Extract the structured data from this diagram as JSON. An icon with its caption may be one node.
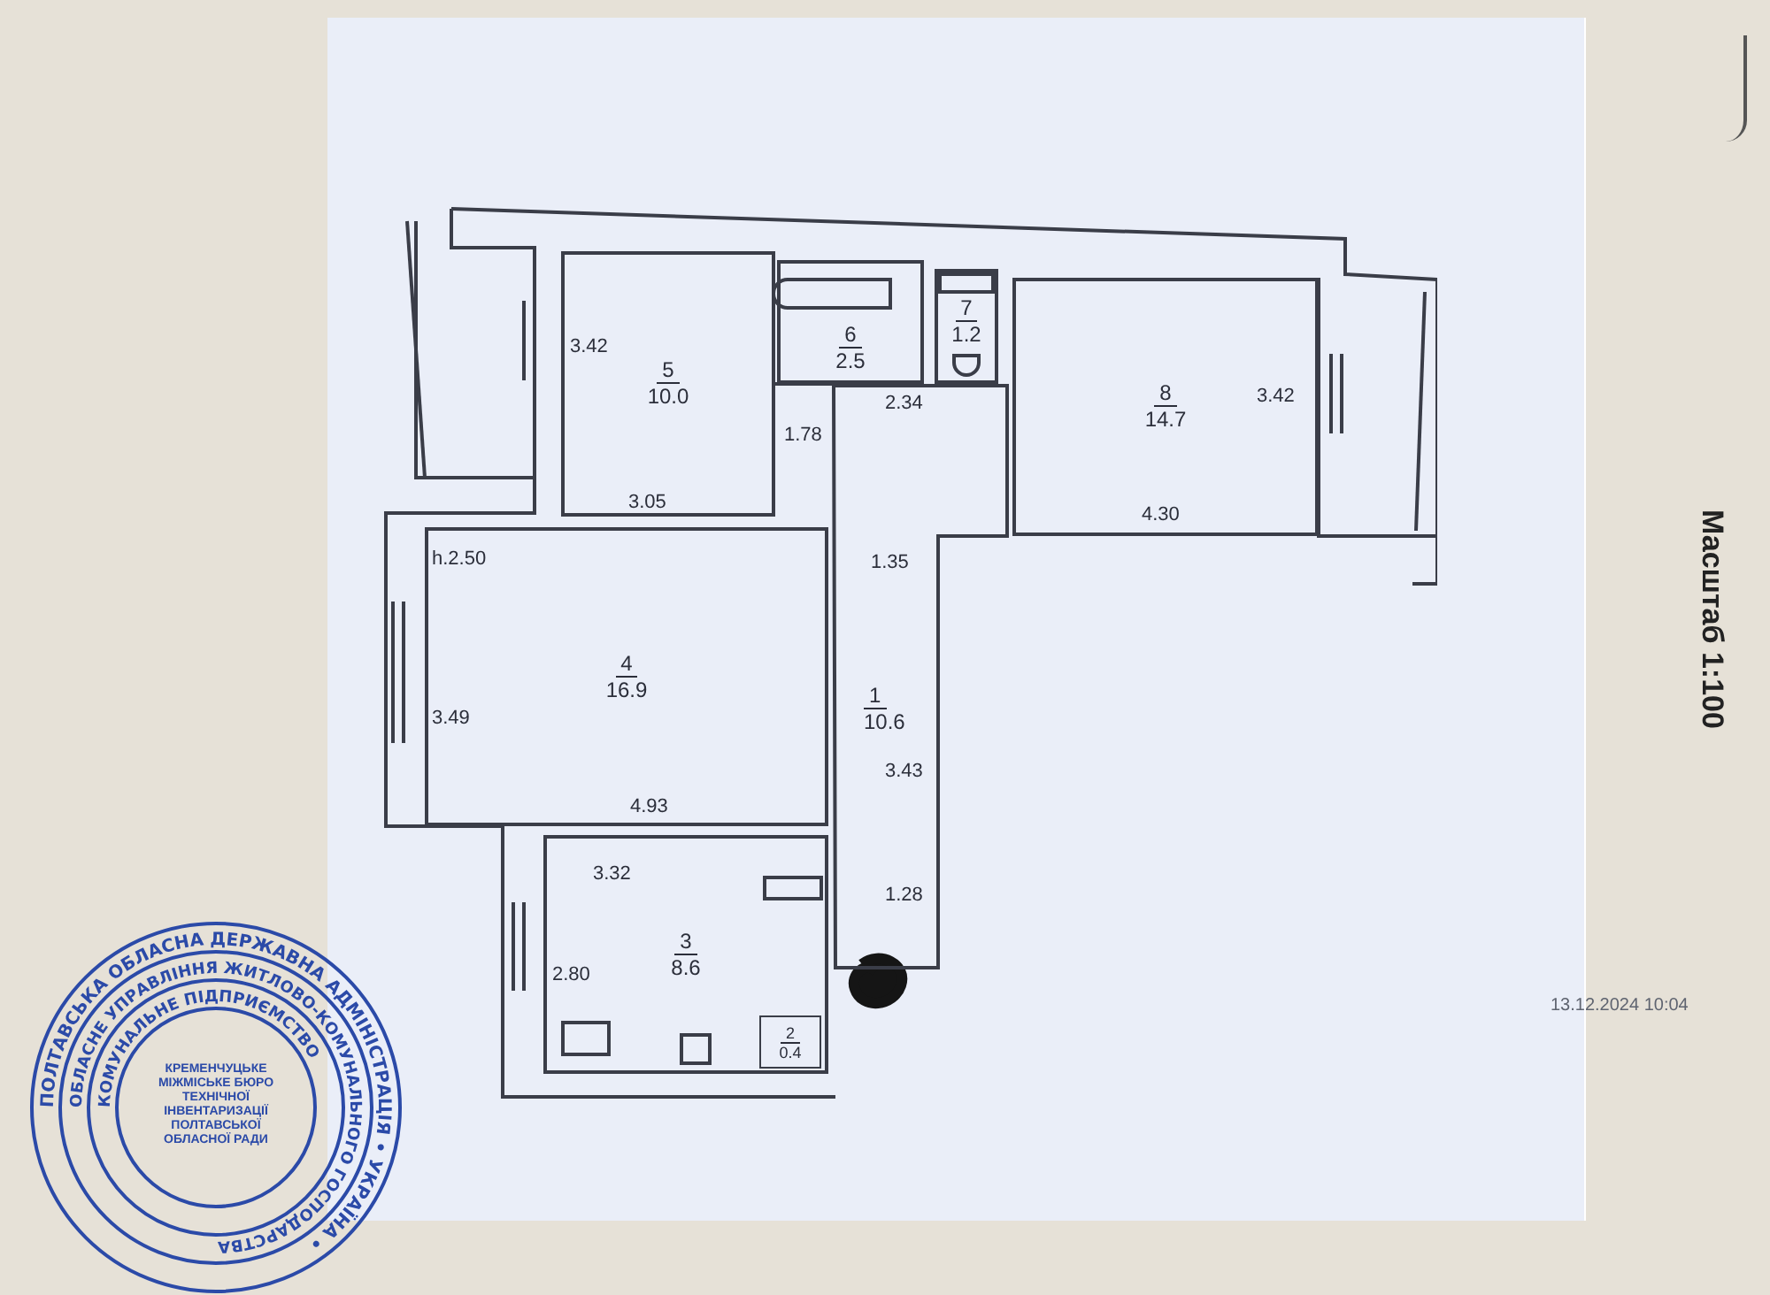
{
  "diagram": {
    "nodes": [
      {
        "text": [
          "5",
          "10.0"
        ]
      },
      {
        "text": [
          "6",
          "2.5"
        ]
      },
      {
        "text": [
          "7",
          "1.2"
        ]
      },
      {
        "text": [
          "8",
          "14.7"
        ]
      },
      {
        "text": [
          "4",
          "16.9"
        ]
      },
      {
        "text": [
          "1",
          "10.6"
        ]
      },
      {
        "text": [
          "3",
          "8.6"
        ]
      },
      {
        "text": [
          "2",
          "0.4"
        ],
        "in": 6
      }
    ],
    "edges": [],
    "labels": [
      "3.42",
      "3.05",
      "1.78",
      "2.34",
      "3.42",
      "4.30",
      "h.2.50",
      "3.49",
      "4.93",
      "1.35",
      "3.43",
      "1.28",
      "3.32",
      "2.80",
      "Масштаб 1:100",
      "13.12.2024 10:04",
      "ПОЛТАВСЬКА ОБЛАСНА ДЕРЖАВНА АДМІНІСТРАЦІЯ • УКРАЇНА •",
      "ОБЛАСНЕ УПРАВЛІННЯ ЖИТЛОВО-КОМУНАЛЬНОГО ГОСПОДАРСТВА",
      "КОМУНАЛЬНЕ ПІДПРИЄМСТВО",
      "КРЕМЕНЧУЦЬКЕ МІЖМІСЬКЕ БЮРО ТЕХНІЧНОЇ ІНВЕНТАРИЗАЦІЇ ПОЛТАВСЬКОЇ ОБЛАСНОЇ РАДИ"
    ]
  }
}
